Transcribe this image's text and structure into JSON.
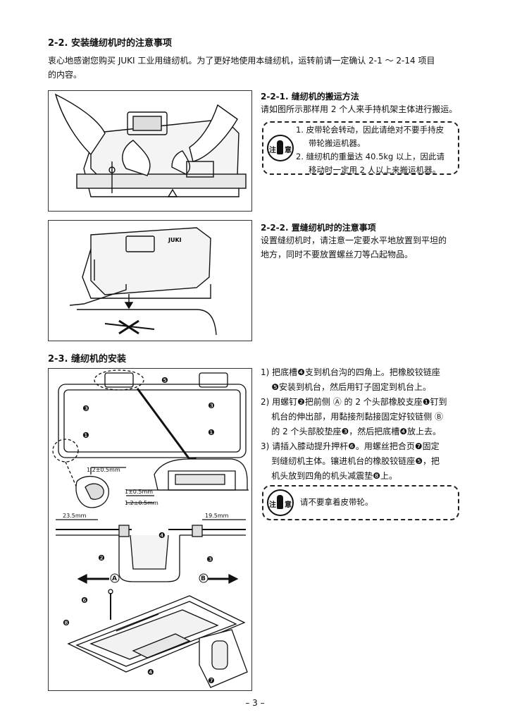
{
  "section_2_2": {
    "title": "2-2. 安装缝纫机时的注意事项",
    "intro_line1": "衷心地感谢您购买 JUKI 工业用缝纫机。为了更好地使用本缝纫机，运转前请一定确认 2-1 ～ 2-14 项目",
    "intro_line2": "的内容。"
  },
  "section_2_2_1": {
    "title": "2-2-1. 缝纫机的搬运方法",
    "text": "请如图所示那样用 2 个人来手持机架主体进行搬运。",
    "caution_label_1": "注",
    "caution_label_2": "意",
    "caution_items": [
      {
        "num": "1.",
        "line1": "皮带轮会转动，因此请绝对不要手持皮",
        "line2": "带轮搬运机器。"
      },
      {
        "num": "2.",
        "line1": "缝纫机的重量达 40.5kg 以上，因此请",
        "line2": "移动时一定用 2 人以上来搬运机器。"
      }
    ]
  },
  "section_2_2_2": {
    "title": "2-2-2. 置缝纫机时的注意事项",
    "line1": "设置缝纫机时，请注意一定要水平地放置到平坦的",
    "line2": "地方，同时不要放置螺丝刀等凸起物品。"
  },
  "figure2": {
    "brand": "JUKI"
  },
  "section_2_3": {
    "title": "2-3. 缝纫机的安装",
    "steps": [
      {
        "line1": "1)  把底槽❹支到机台沟的四角上。把橡胶铰链座",
        "line2": "    ❺安装到机台，然后用钉子固定到机台上。"
      },
      {
        "line1": "2)  用螺钉❷把前侧 Ⓐ 的 2 个头部橡胶支座❶钉到",
        "line2": "    机台的伸出部，用黏接剂黏接固定好铰链侧 Ⓑ",
        "line3": "    的 2 个头部胶垫座❸，然后把底槽❹放上去。"
      },
      {
        "line1": "3)  请插入膝动提升押杆❻。用螺丝把合页❼固定",
        "line2": "    到缝纫机主体。镶进机台的橡胶铰链座❺，把",
        "line3": "    机头放到四角的机头减震垫❽上。"
      }
    ],
    "caution_label_1": "注",
    "caution_label_2": "意",
    "caution_text": "请不要拿着皮带轮。"
  },
  "figure3": {
    "callouts": [
      "❺",
      "❸",
      "❸",
      "❶",
      "❶",
      "❷",
      "❹",
      "❸",
      "❻",
      "❽",
      "❹",
      "❼"
    ],
    "dim_top": "1.2±0.5mm",
    "dim_mid": "1±0.5mm",
    "dim_bottom": "1.2±0.5mm",
    "dim_left": "23.5mm",
    "dim_right": "19.5mm",
    "label_a": "A",
    "label_b": "B"
  },
  "page_number": "– 3 –"
}
